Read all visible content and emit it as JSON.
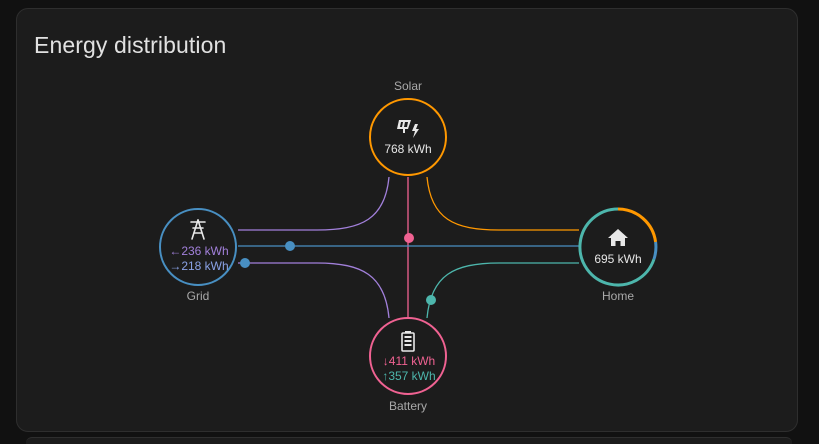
{
  "card": {
    "title": "Energy distribution"
  },
  "nodes": {
    "solar": {
      "label": "Solar",
      "value": "768 kWh",
      "icon": "solar-power-icon",
      "color": "#ff9800"
    },
    "grid": {
      "label": "Grid",
      "from_grid": "236 kWh",
      "to_grid": "218 kWh",
      "icon": "transmission-tower-icon",
      "color": "#488fc2",
      "from_color": "#a280db",
      "to_color": "#8aa2e6"
    },
    "home": {
      "label": "Home",
      "value": "695 kWh",
      "icon": "home-icon",
      "color_solar": "#ff9800",
      "color_grid": "#488fc2",
      "color_battery": "#4db6ac"
    },
    "battery": {
      "label": "Battery",
      "discharge": "411 kWh",
      "charge": "357 kWh",
      "icon": "battery-icon",
      "color": "#f06292",
      "discharge_color": "#f06292",
      "charge_color": "#4db6ac"
    }
  },
  "arrows": {
    "left": "←",
    "right": "→",
    "down": "↓",
    "up": "↑"
  },
  "flows": {
    "solar_home": "#ff9800",
    "solar_grid": "#a280db",
    "solar_battery": "#f06292",
    "grid_home": "#488fc2",
    "grid_battery": "#a280db",
    "battery_home": "#4db6ac"
  }
}
